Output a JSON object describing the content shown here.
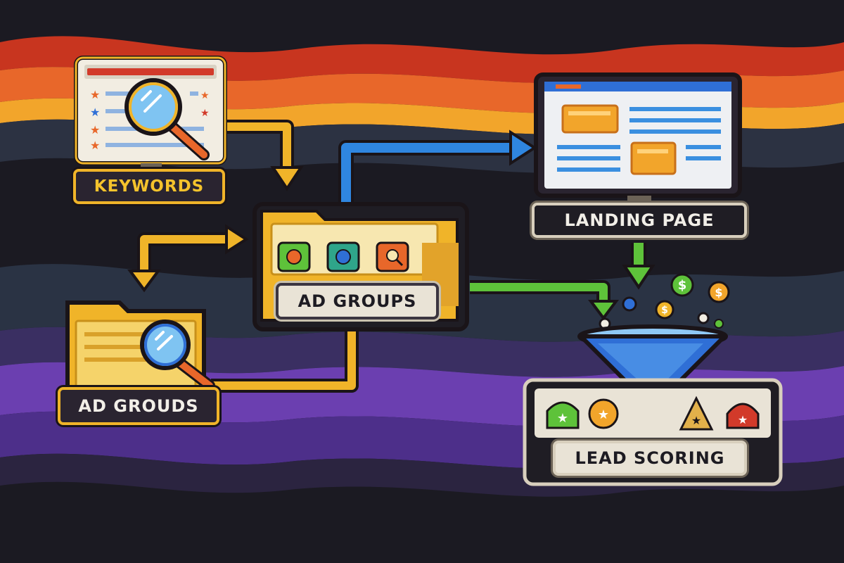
{
  "nodes": {
    "keywords": {
      "label": "KEYWORDS"
    },
    "ad_groups_center": {
      "label": "AD GROUPS"
    },
    "ad_groups_left": {
      "label": "AD GROUDS"
    },
    "landing_page": {
      "label": "LANDING PAGE"
    },
    "lead_scoring": {
      "label": "LEAD SCORING"
    }
  },
  "icons": {
    "currency_symbol": "$"
  },
  "colors": {
    "arrow_yellow": "#f0b429",
    "arrow_blue": "#2f86e0",
    "arrow_green": "#5ec23a",
    "funnel": "#2f6fd6",
    "label_gold_text": "#f5c32c"
  }
}
